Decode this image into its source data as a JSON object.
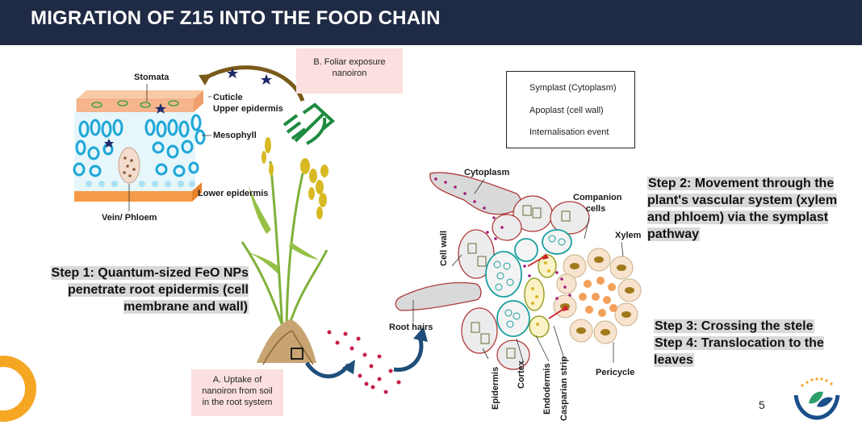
{
  "header": {
    "title": "MIGRATION OF Z15 INTO THE FOOD CHAIN"
  },
  "leaf": {
    "stomata": "Stomata",
    "cuticle": "Cuticle",
    "upper_epidermis": "Upper epidermis",
    "mesophyll": "Mesophyll",
    "lower_epidermis": "Lower epidermis",
    "vein": "Vein/ Phloem"
  },
  "foliar_box": {
    "line1": "B. Foliar exposure",
    "line2": "nanoiron"
  },
  "uptake_box": {
    "line1": "A. Uptake of",
    "line2": "nanoiron  from  soil",
    "line3": "in the root system"
  },
  "legend": {
    "symplast": "Symplast (Cytoplasm)",
    "apoplast": "Apoplast (cell wall)",
    "internalisation": "Internalisation event"
  },
  "root": {
    "cytoplasm": "Cytoplasm",
    "cell_wall": "Cell wall",
    "root_hairs": "Root hairs",
    "companion_cells": "Companion cells",
    "xylem": "Xylem",
    "epidermis": "Epidermis",
    "cortex": "Cortex",
    "endodermis": "Endodermis",
    "casparian_strip": "Casparian strip",
    "pericycle": "Pericycle"
  },
  "steps": {
    "step1": "Step 1: Quantum-sized FeO NPs penetrate root epidermis (cell membrane and wall)",
    "step2": "Step 2: Movement through the plant's vascular system (xylem and phloem) via the symplast pathway",
    "step3": "Step 3: Crossing the stele",
    "step4": "Step 4: Translocation to the leaves"
  },
  "page_number": "5",
  "colors": {
    "header": "#1f2a44",
    "accent_orange": "#f5a623",
    "logo_blue": "#1b4f8a",
    "logo_green": "#2e9e6a"
  }
}
